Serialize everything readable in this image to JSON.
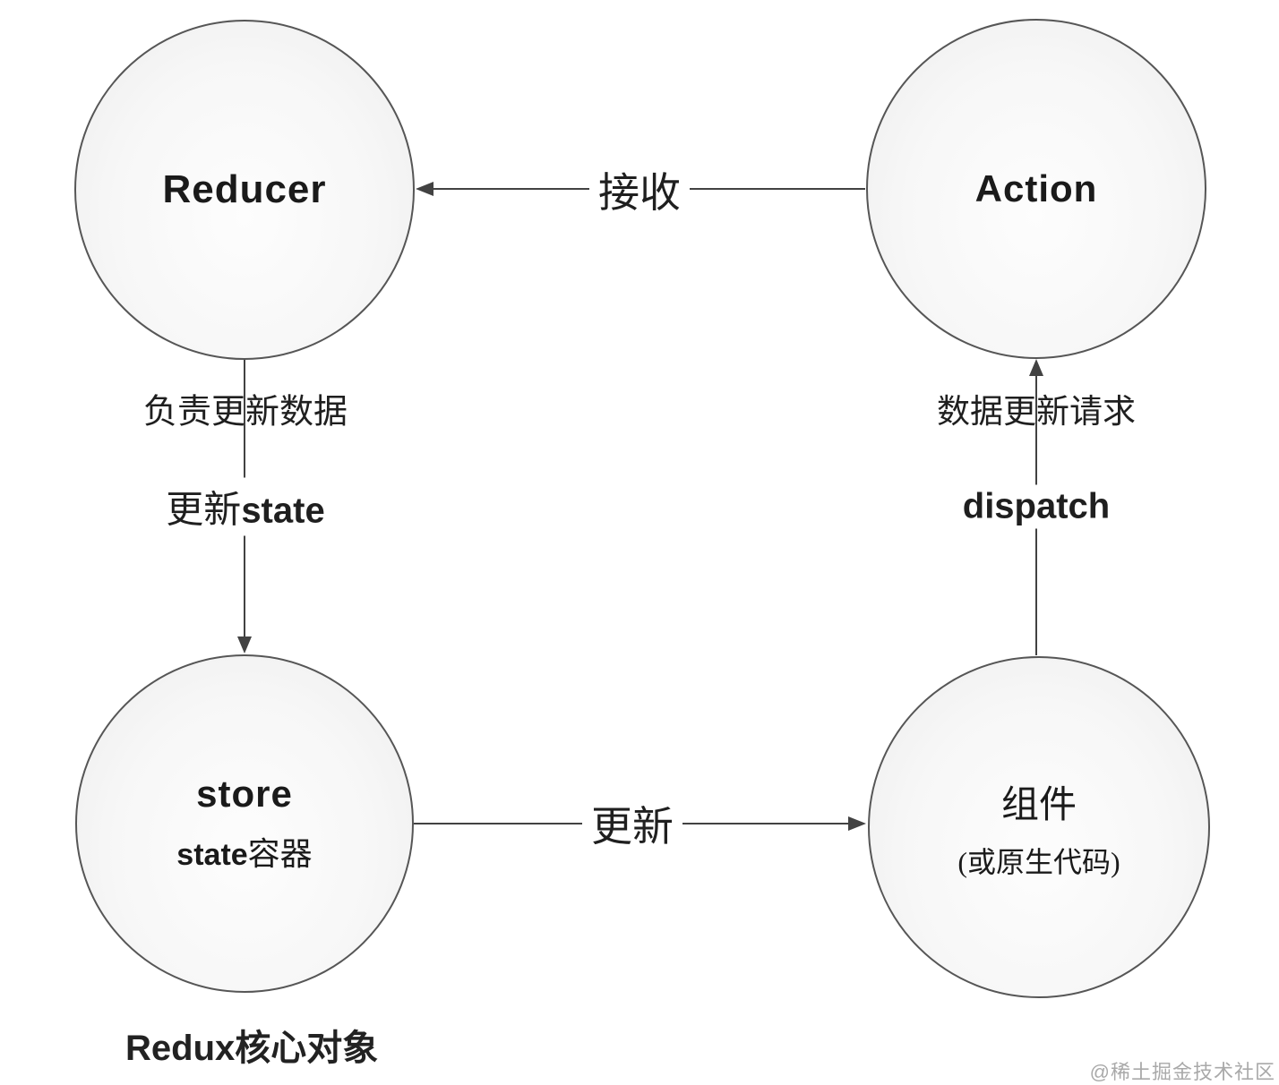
{
  "diagram": {
    "nodes": {
      "reducer": {
        "label": "Reducer"
      },
      "action": {
        "label": "Action"
      },
      "store": {
        "title": "store",
        "subtitle_en": "state",
        "subtitle_cn": "容器"
      },
      "component": {
        "title": "组件",
        "subtitle": "(或原生代码)"
      }
    },
    "edges": {
      "action_to_reducer": {
        "label": "接收"
      },
      "reducer_to_store": {
        "note": "负责更新数据",
        "label_cn": "更新",
        "label_en": "state"
      },
      "component_to_action": {
        "note": "数据更新请求",
        "label": "dispatch"
      },
      "store_to_component": {
        "label": "更新"
      }
    },
    "caption": {
      "en": "Redux",
      "cn": "核心对象"
    },
    "watermark": "@稀土掘金技术社区",
    "colors": {
      "line": "#424242",
      "circle_border": "#565656",
      "watermark": "#a9a9a9"
    }
  }
}
